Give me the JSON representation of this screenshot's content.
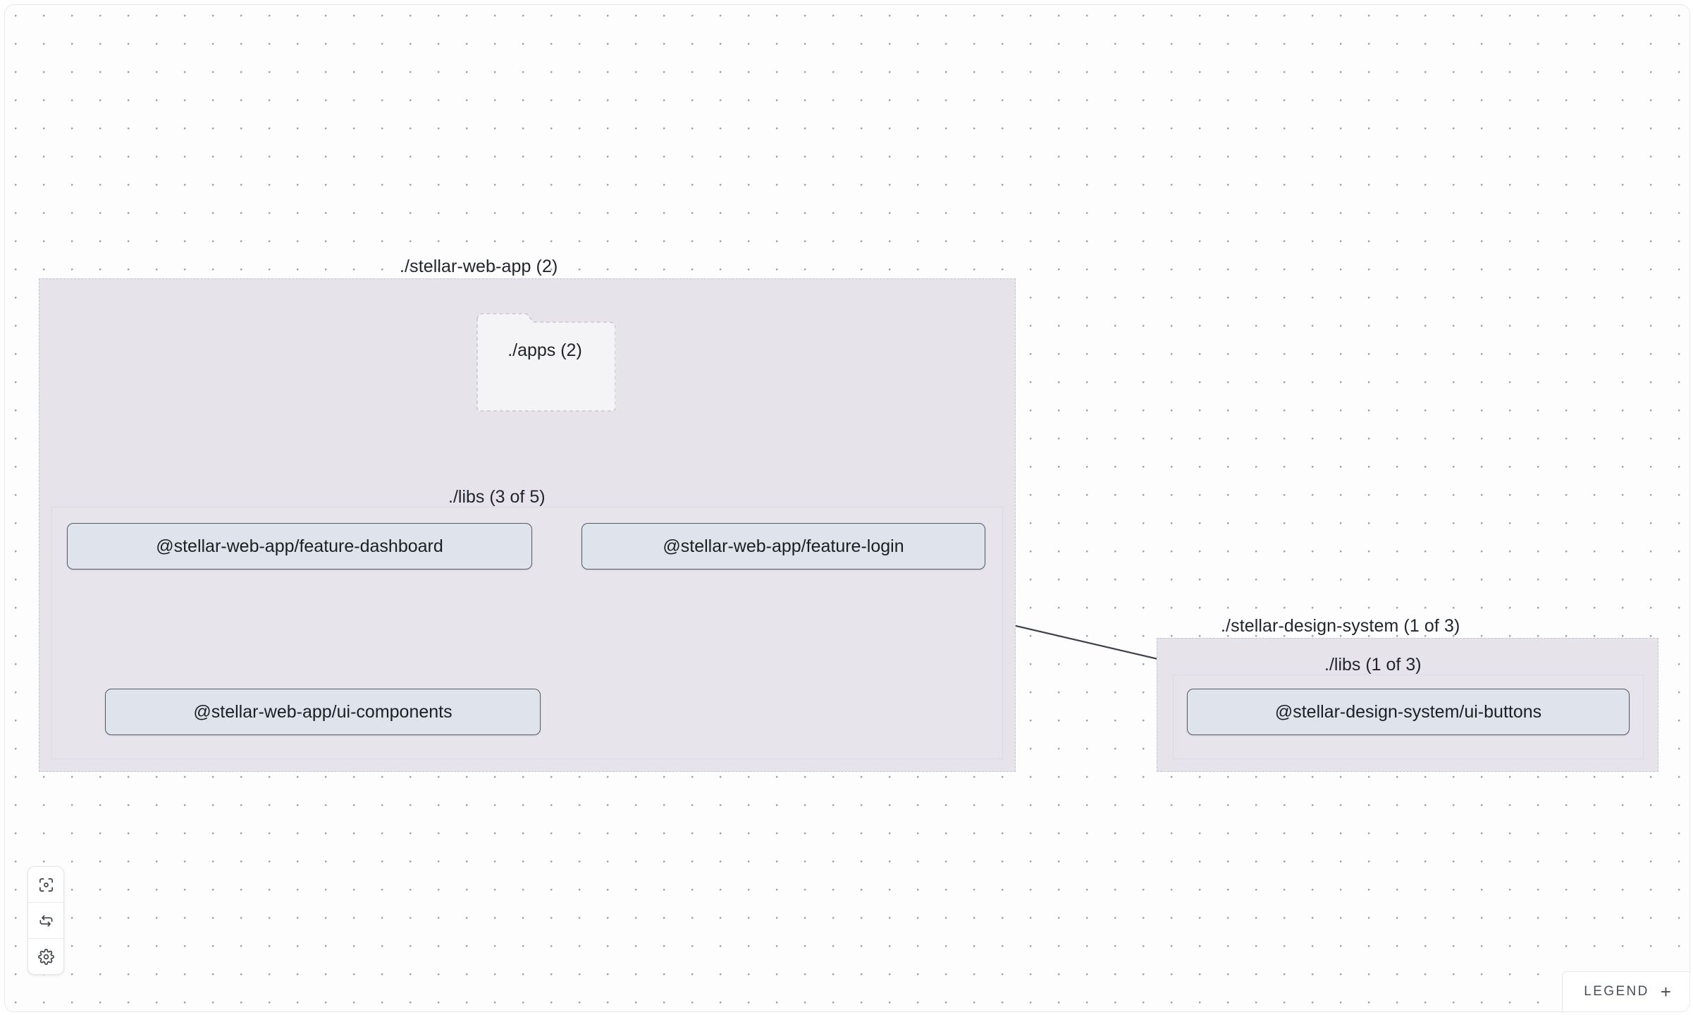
{
  "canvas": {
    "background_color": "#fdfdfe",
    "dot_color": "#9aa6b4"
  },
  "graph": {
    "projects": [
      {
        "id": "stellar-web-app",
        "label": "./stellar-web-app (2)",
        "fill": "#e6e4ea",
        "border": "#c4c6cd"
      },
      {
        "id": "stellar-design-system",
        "label": "./stellar-design-system (1 of 3)",
        "fill": "#e6e4ea",
        "border": "#c4c6cd"
      }
    ],
    "subgroups": [
      {
        "id": "web-app-libs",
        "label": "./libs (3 of 5)"
      },
      {
        "id": "design-system-libs",
        "label": "./libs (1 of 3)"
      }
    ],
    "folders": [
      {
        "id": "apps",
        "label": "./apps (2)"
      }
    ],
    "nodes": [
      {
        "id": "feature-dashboard",
        "label": "@stellar-web-app/feature-dashboard"
      },
      {
        "id": "feature-login",
        "label": "@stellar-web-app/feature-login"
      },
      {
        "id": "ui-components",
        "label": "@stellar-web-app/ui-components"
      },
      {
        "id": "ui-buttons",
        "label": "@stellar-design-system/ui-buttons"
      }
    ],
    "edges": [
      {
        "from": "apps",
        "to": "feature-dashboard",
        "style": "dashed"
      },
      {
        "from": "apps",
        "to": "feature-login",
        "style": "dashed"
      },
      {
        "from": "feature-dashboard",
        "to": "ui-components",
        "style": "solid"
      },
      {
        "from": "feature-login",
        "to": "ui-components",
        "style": "solid"
      },
      {
        "from": "feature-login",
        "to": "ui-buttons",
        "style": "solid"
      }
    ]
  },
  "controls": {
    "focus": {
      "label": "Focus graph",
      "icon": "focus-target-icon"
    },
    "refresh": {
      "label": "Refresh graph",
      "icon": "refresh-icon"
    },
    "settings": {
      "label": "Graph settings",
      "icon": "gear-icon"
    }
  },
  "legend": {
    "label": "LEGEND",
    "expand_icon": "plus-icon"
  }
}
